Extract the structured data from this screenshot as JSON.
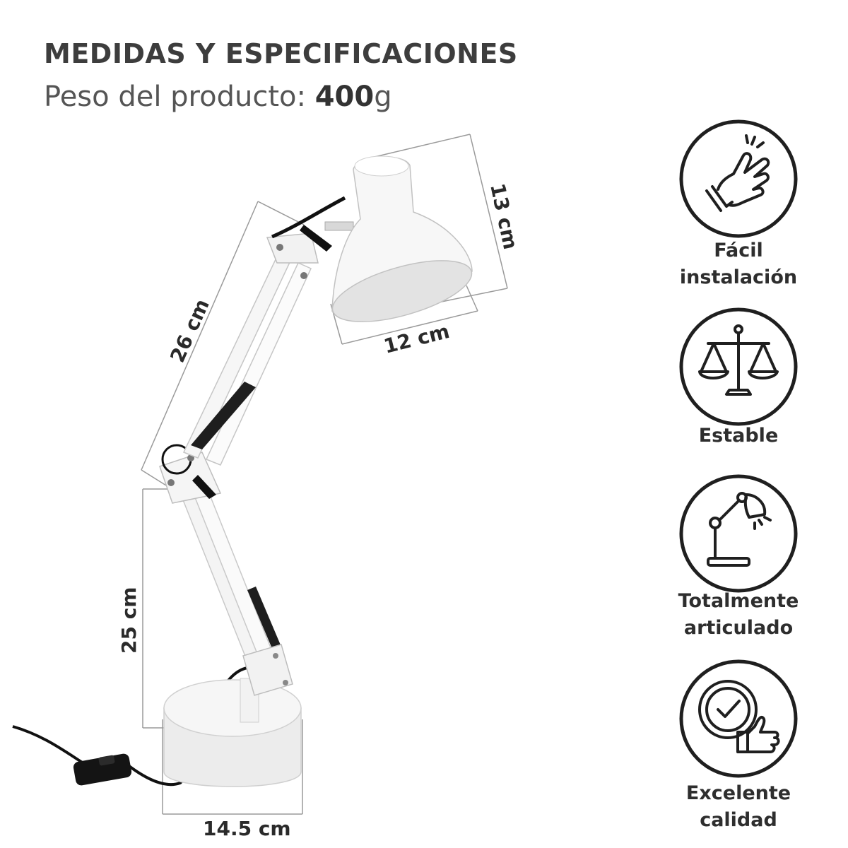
{
  "header": {
    "title": "MEDIDAS Y ESPECIFICACIONES",
    "weight_label": "Peso del producto:",
    "weight_value": "400",
    "weight_unit": "g"
  },
  "dimensions": {
    "head_height": "13 cm",
    "head_width": "12 cm",
    "upper_arm": "26 cm",
    "lower_arm": "25 cm",
    "base": "14.5 cm"
  },
  "features": [
    {
      "icon": "hand-tap-icon",
      "line1": "Fácil",
      "line2": "instalación"
    },
    {
      "icon": "balance-scale-icon",
      "line1": "Estable",
      "line2": ""
    },
    {
      "icon": "desk-lamp-icon",
      "line1": "Totalmente",
      "line2": "articulado"
    },
    {
      "icon": "quality-check-thumb-icon",
      "line1": "Excelente",
      "line2": "calidad"
    }
  ]
}
